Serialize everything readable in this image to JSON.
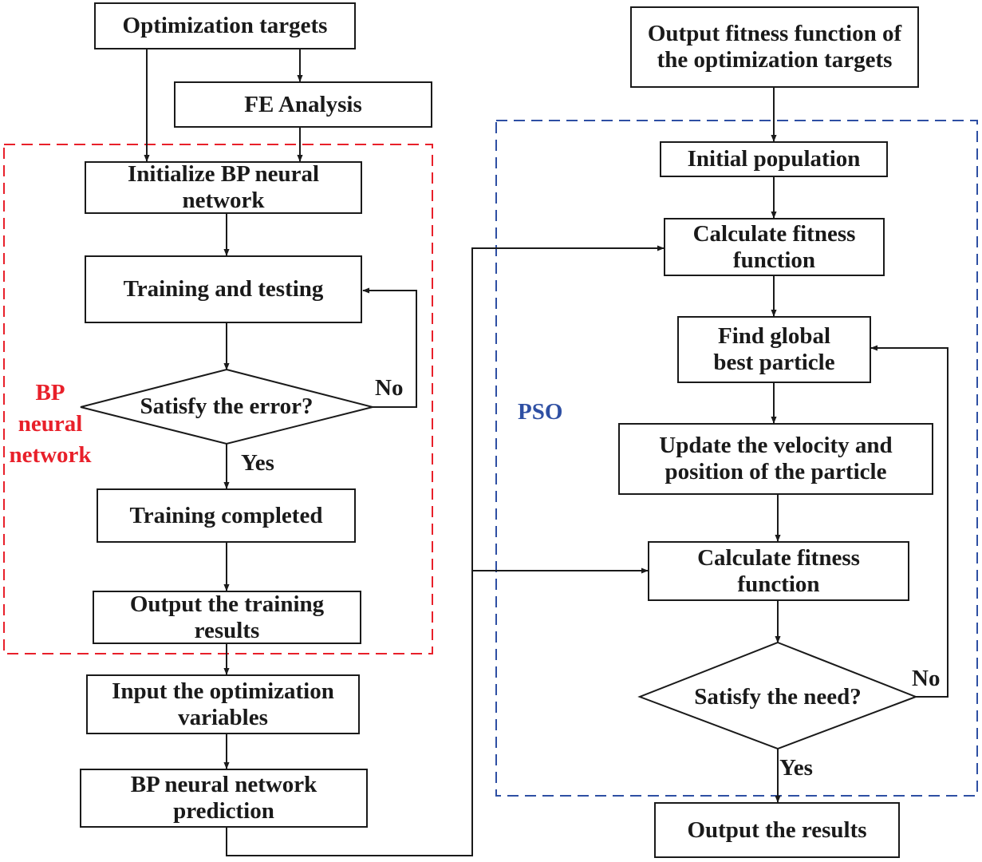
{
  "colors": {
    "line": "#1a1a1a",
    "bp_region": "#e8202a",
    "pso_region": "#2e4fa3"
  },
  "nodes": {
    "optimization_targets": "Optimization targets",
    "fe_analysis": "FE Analysis",
    "initialize_bp": "Initialize BP neural network",
    "training_testing": "Training and testing",
    "satisfy_error": "Satisfy the error?",
    "training_completed": "Training completed",
    "output_training": "Output the training results",
    "input_variables": "Input the optimization variables",
    "bp_prediction": "BP neural network prediction",
    "output_fitness": "Output fitness function of the optimization targets",
    "initial_population": "Initial population",
    "calc_fitness_1": "Calculate fitness function",
    "find_global_best": "Find global best particle",
    "update_velocity": "Update the velocity and position of the particle",
    "calc_fitness_2": "Calculate fitness function",
    "satisfy_need": "Satisfy the need?",
    "output_results": "Output the results"
  },
  "edge_labels": {
    "bp_no": "No",
    "bp_yes": "Yes",
    "pso_no": "No",
    "pso_yes": "Yes"
  },
  "regions": {
    "bp_label_1": "BP",
    "bp_label_2": "neural",
    "bp_label_3": "network",
    "pso_label": "PSO"
  }
}
